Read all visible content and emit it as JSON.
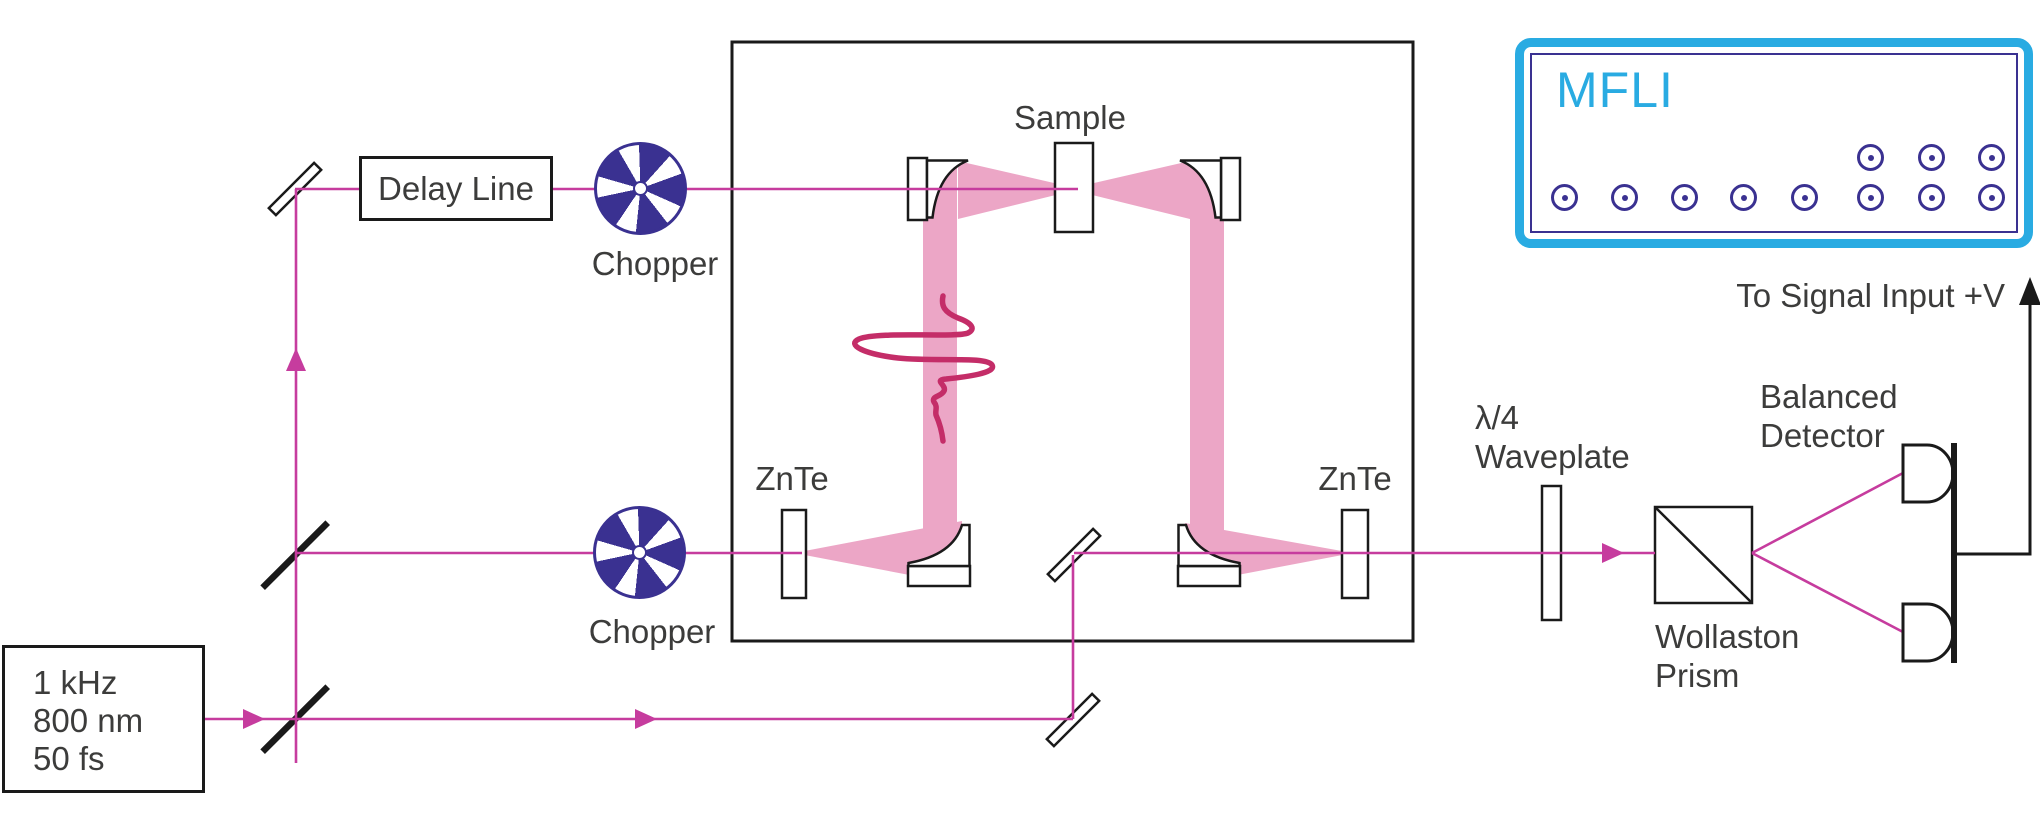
{
  "diagram": {
    "laser": {
      "line1": "1 kHz",
      "line2": "800 nm",
      "line3": "50 fs"
    },
    "delay_line_label": "Delay Line",
    "chopper_top_label": "Chopper",
    "chopper_bottom_label": "Chopper",
    "sample_label": "Sample",
    "znte_generation_label": "ZnTe",
    "znte_detection_label": "ZnTe",
    "waveplate_label": {
      "line1": "λ/4",
      "line2": "Waveplate"
    },
    "wollaston_label": {
      "line1": "Wollaston",
      "line2": "Prism"
    },
    "balanced_detector_label": {
      "line1": "Balanced",
      "line2": "Detector"
    },
    "signal_label": "To Signal Input +V",
    "instrument_name": "MFLI"
  },
  "colors": {
    "magenta": "#C63C9E",
    "thz": "#ECA6C6",
    "pulse": "#C42D68",
    "indigo": "#3A3191",
    "blue": "#29ABE2",
    "ink": "#1A1A1A",
    "text": "#3C3C3B"
  }
}
